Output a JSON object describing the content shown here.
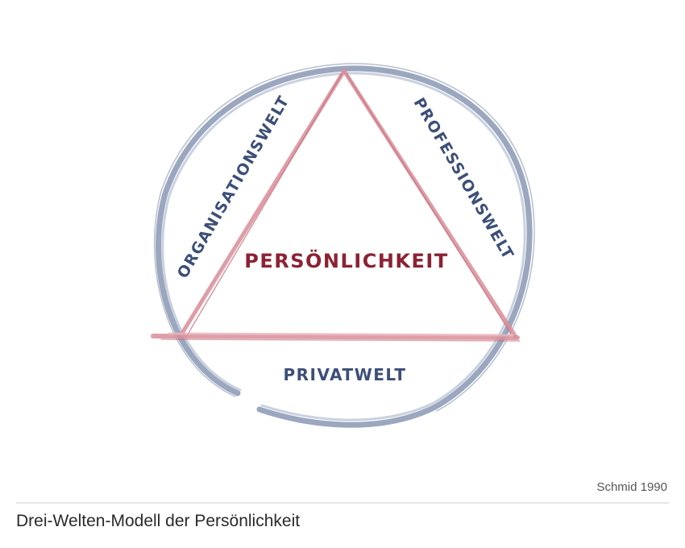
{
  "diagram": {
    "center_label": "PERSÖNLICHKEIT",
    "left_label": "ORGANISATIONSWELT",
    "right_label": "PROFESSIONSWELT",
    "bottom_label": "PRIVATWELT",
    "colors": {
      "circle": "#8a98b4",
      "triangle": "#d98d98",
      "world_text": "#3c4f78",
      "center_text": "#8c2234"
    }
  },
  "source": "Schmid 1990",
  "caption": "Drei-Welten-Modell der Persönlichkeit"
}
